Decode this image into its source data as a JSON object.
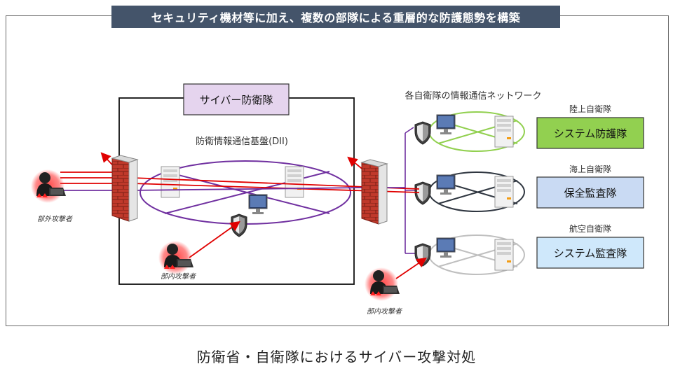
{
  "header": {
    "title": "セキュリティ機材等に加え、複数の部隊による重層的な防護態勢を構築"
  },
  "caption": "防衛省・自衛隊におけるサイバー攻撃対処",
  "cyber_unit": {
    "label": "サイバー防衛隊",
    "color": "#e5d4ee"
  },
  "dii": {
    "label": "防衛情報通信基盤(DII)"
  },
  "network_title": "各自衛隊の情報通信ネットワーク",
  "forces": [
    {
      "service": "陸上自衛隊",
      "unit": "システム防護隊",
      "color": "#92d050",
      "ring": "#92d050"
    },
    {
      "service": "海上自衛隊",
      "unit": "保全監査隊",
      "color": "#c9daf3",
      "ring": "#2f3640"
    },
    {
      "service": "航空自衛隊",
      "unit": "システム監査隊",
      "color": "#cfe8fb",
      "ring": "#bfbfbf"
    }
  ],
  "attackers": {
    "external": "部外攻撃者",
    "internal_1": "部内攻撃者",
    "internal_2": "部内攻撃者"
  },
  "colors": {
    "attack": "#e00000",
    "dii_ring": "#7030a0",
    "header_bg": "#44546a",
    "firewall": "#c0392b"
  }
}
